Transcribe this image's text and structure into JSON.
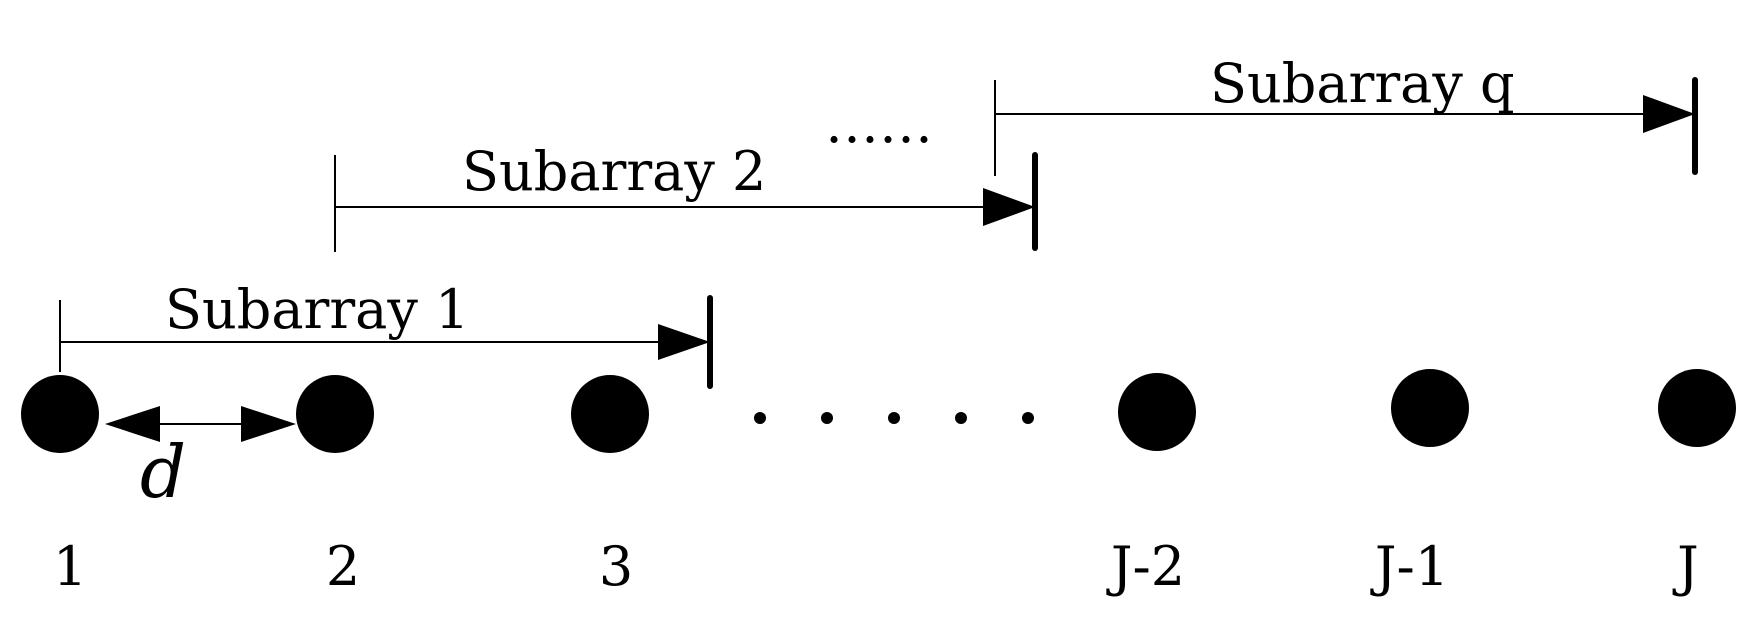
{
  "subarrays": [
    {
      "label": "Subarray 1"
    },
    {
      "label": "Subarray 2"
    },
    {
      "label": "Subarray q"
    }
  ],
  "spacing_label": "d",
  "upper_ellipsis": "……",
  "elements": [
    {
      "index": "1"
    },
    {
      "index": "2"
    },
    {
      "index": "3"
    },
    {
      "index": "J-2"
    },
    {
      "index": "J-1"
    },
    {
      "index": "J"
    }
  ],
  "colors": {
    "ink": "#000000",
    "background": "#ffffff"
  }
}
